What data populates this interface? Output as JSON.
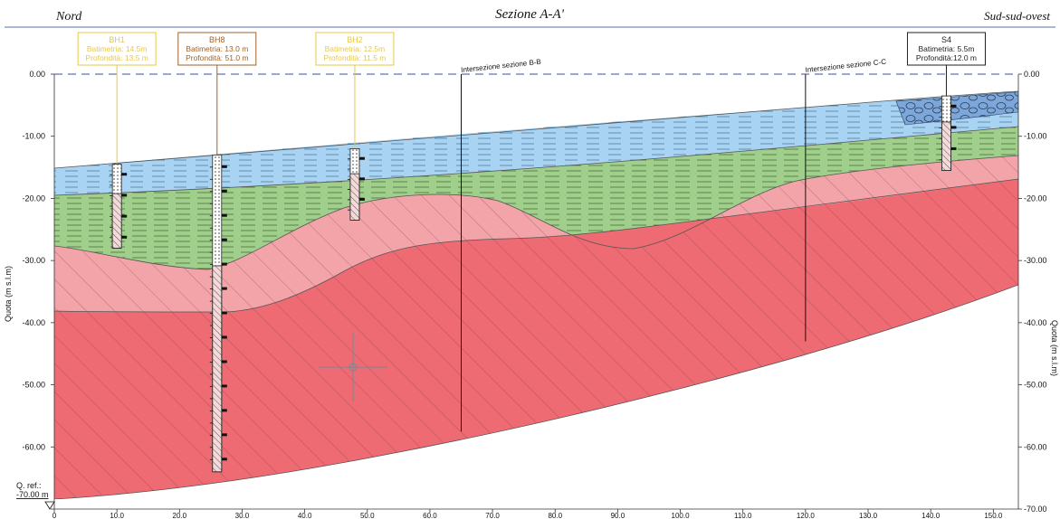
{
  "header": {
    "title": "Sezione A-A'",
    "left_label": "Nord",
    "right_label": "Sud-sud-ovest"
  },
  "axes": {
    "y_label": "Quota (m s.l.m)",
    "y_ticks": [
      "0.00",
      "-10.00",
      "-20.00",
      "-30.00",
      "-40.00",
      "-50.00",
      "-60.00",
      "-70.00"
    ],
    "x_ticks": [
      "0",
      "10.0",
      "20.0",
      "30.0",
      "40.0",
      "50.0",
      "60.0",
      "70.0",
      "80.0",
      "90.0",
      "100.0",
      "110.0",
      "120.0",
      "130.0",
      "140.0",
      "150.0"
    ],
    "ref_label": "Q. ref.:",
    "ref_value": "-70.00 m",
    "x_range": [
      0,
      154
    ],
    "y_range": [
      -70,
      0
    ]
  },
  "intersections": [
    {
      "label": "Intersezione sezione B-B",
      "x": 65
    },
    {
      "label": "Intersezione sezione C-C",
      "x": 120
    }
  ],
  "boreholes": [
    {
      "name": "BH1",
      "line1": "Batimetria: 14.5m",
      "line2": "Profondità: 13.5 m",
      "color": "#e8c84a",
      "x": 10,
      "top": -14.5,
      "bottom": -28
    },
    {
      "name": "BH8",
      "line1": "Batimetria: 13.0 m",
      "line2": "Profondità: 51.0 m",
      "color": "#a0622a",
      "x": 26,
      "top": -13,
      "bottom": -64
    },
    {
      "name": "BH2",
      "line1": "Batimetria: 12.5m",
      "line2": "Profondità: 11.5 m",
      "color": "#e8c84a",
      "x": 48,
      "top": -12,
      "bottom": -23.5
    },
    {
      "name": "S4",
      "line1": "Batimetria: 5.5m",
      "line2": "Profondità:12.0 m",
      "color": "#222222",
      "x": 142.5,
      "top": -3.5,
      "bottom": -15.5
    }
  ],
  "layers": {
    "water_color": "#a9d3f3",
    "green_color": "#9fcf8b",
    "pink_color": "#f2a4a9",
    "red_color": "#ef6b73",
    "boulder_color": "#7da7d8"
  }
}
